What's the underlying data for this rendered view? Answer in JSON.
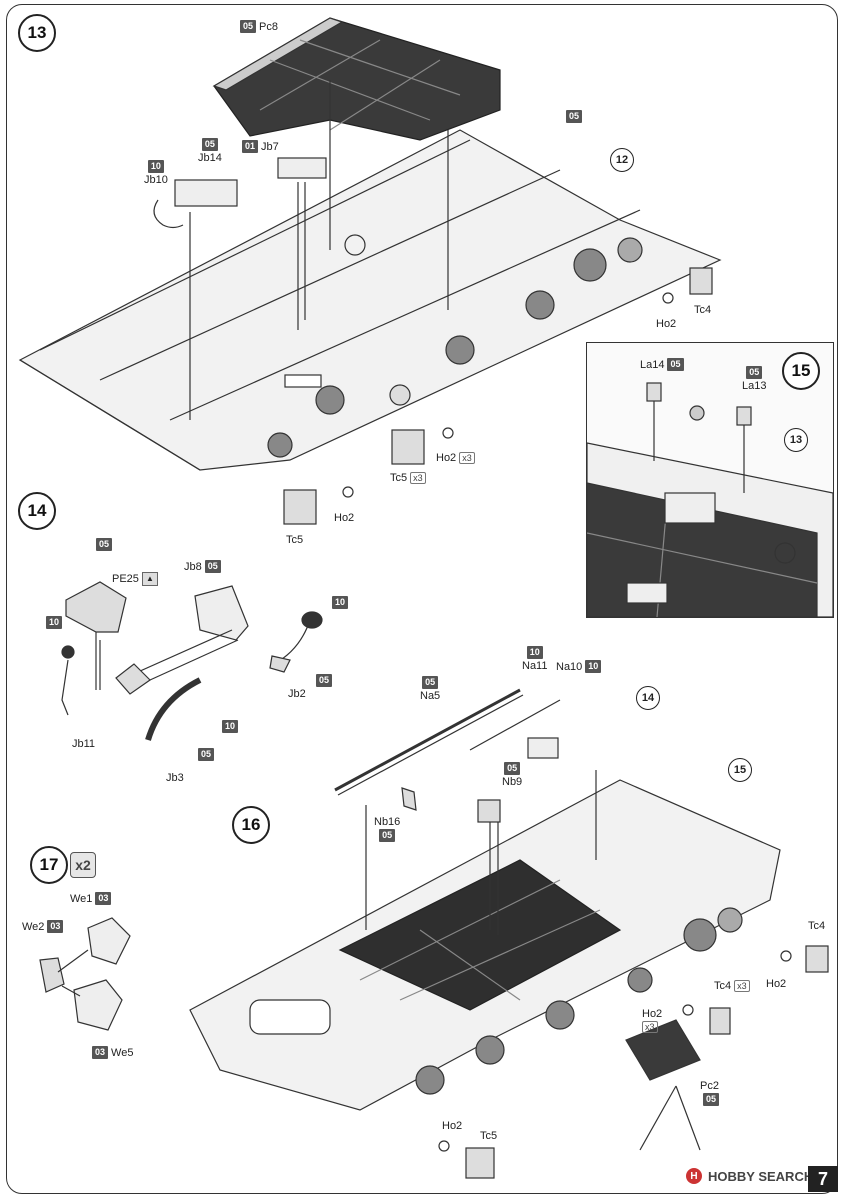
{
  "steps": [
    {
      "num": "13"
    },
    {
      "num": "14"
    },
    {
      "num": "15"
    },
    {
      "num": "16"
    },
    {
      "num": "17"
    }
  ],
  "step17_multiplier": "x2",
  "tags": {
    "pc8": {
      "code": "05",
      "label": "Pc8"
    },
    "jb14": {
      "code": "05",
      "label": "Jb14"
    },
    "jb10": {
      "code": "10",
      "label": "Jb10"
    },
    "jb7": {
      "code": "01",
      "label": "Jb7"
    },
    "s13_05": {
      "code": "05"
    },
    "ho2_a": {
      "label": "Ho2"
    },
    "tc4_a": {
      "label": "Tc4"
    },
    "ho2_b": {
      "label": "Ho2",
      "mult": "x3"
    },
    "tc5_a": {
      "label": "Tc5",
      "mult": "x3"
    },
    "ho2_c": {
      "label": "Ho2"
    },
    "tc5_b": {
      "label": "Tc5"
    },
    "la14": {
      "code": "05",
      "label": "La14"
    },
    "la13": {
      "code": "05",
      "label": "La13"
    },
    "s14_05a": {
      "code": "05"
    },
    "pe25": {
      "label": "PE25"
    },
    "jb8": {
      "code": "05",
      "label": "Jb8"
    },
    "s14_10a": {
      "code": "10"
    },
    "jb11": {
      "label": "Jb11"
    },
    "s14_10b": {
      "code": "10"
    },
    "jb2": {
      "code": "05",
      "label": "Jb2"
    },
    "s14_10c": {
      "code": "10"
    },
    "jb3": {
      "code": "05",
      "label": "Jb3"
    },
    "na5": {
      "code": "05",
      "label": "Na5"
    },
    "na11": {
      "code": "10",
      "label": "Na11"
    },
    "na10": {
      "code": "10",
      "label": "Na10"
    },
    "nb9": {
      "code": "05",
      "label": "Nb9"
    },
    "nb16": {
      "code": "05",
      "label": "Nb16"
    },
    "tc4_b": {
      "label": "Tc4"
    },
    "ho2_d": {
      "label": "Ho2"
    },
    "tc4_c": {
      "label": "Tc4",
      "mult": "x3"
    },
    "ho2_e": {
      "label": "Ho2",
      "mult": "x3"
    },
    "pc2": {
      "code": "05",
      "label": "Pc2"
    },
    "ho2_f": {
      "label": "Ho2"
    },
    "tc5_c": {
      "label": "Tc5"
    },
    "we1": {
      "code": "03",
      "label": "We1"
    },
    "we2": {
      "code": "03",
      "label": "We2"
    },
    "we5": {
      "code": "03",
      "label": "We5"
    }
  },
  "refs": {
    "r12": "12",
    "r13": "13",
    "r14": "14",
    "r15": "15"
  },
  "watermark": {
    "text": "HOBBY SEARCH"
  },
  "page_number": "7"
}
